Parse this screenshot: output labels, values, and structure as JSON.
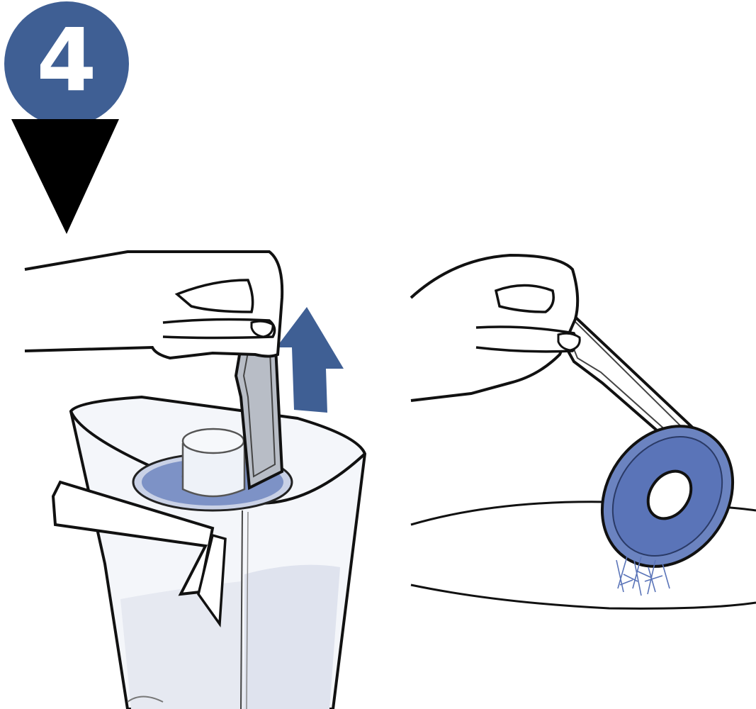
{
  "step": {
    "number": "4"
  },
  "colors": {
    "badge": "#3f5f94",
    "arrow": "#3f5f94",
    "outline": "#111111",
    "filter_blue": "#5a74b8",
    "water": "#dfe3ee",
    "plastic": "#f4f6fa"
  },
  "icons": {
    "down_pointer": "triangle-down-icon",
    "lift_arrow": "arrow-up-icon"
  },
  "panels": [
    {
      "name": "lift-filter-out",
      "depicts": [
        "hand",
        "filter-handle",
        "pitcher",
        "arrow-up"
      ]
    },
    {
      "name": "empty-filter",
      "depicts": [
        "hand",
        "filter-handle",
        "filter-disc",
        "falling-media",
        "bin-rim"
      ]
    }
  ]
}
